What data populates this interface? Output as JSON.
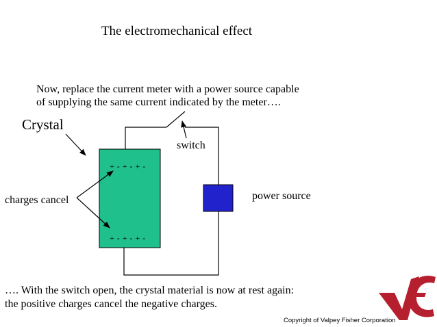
{
  "title": "The electromechanical effect",
  "intro": {
    "line1": "Now, replace the current meter with a power source capable",
    "line2": "of supplying the same current indicated by the meter…."
  },
  "labels": {
    "crystal": "Crystal",
    "switch": "switch",
    "charges_cancel": "charges cancel",
    "power_source": "power source",
    "charges_top": "+ - + - + -",
    "charges_bottom": "+ - + - + -"
  },
  "conclusion": {
    "line1": "…. With the switch open, the crystal material is now at rest again:",
    "line2": "the positive charges cancel the negative charges."
  },
  "copyright": "Copyright of Valpey Fisher Corporation",
  "colors": {
    "crystal": "#20c08c",
    "power_source": "#2222cc",
    "logo": "#b51f2e"
  }
}
